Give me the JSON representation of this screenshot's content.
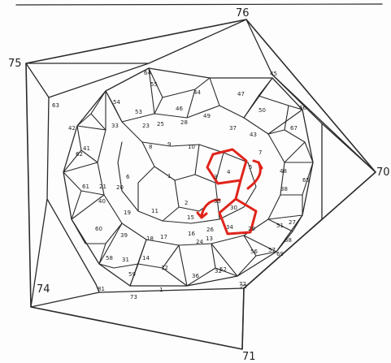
{
  "outer_labels": {
    "top": "76",
    "left": "75",
    "right": "70",
    "bottom_left": "74",
    "bottom": "71"
  },
  "vertex_labels": [
    "64",
    "55",
    "44",
    "47",
    "45",
    "63",
    "54",
    "53",
    "46",
    "49",
    "50",
    "43",
    "42",
    "33",
    "23",
    "25",
    "28",
    "37",
    "66",
    "67",
    "62",
    "41",
    "8",
    "9",
    "10",
    "1",
    "6",
    "65",
    "61",
    "40",
    "4",
    "3",
    "5",
    "7",
    "20",
    "21",
    "2",
    "48",
    "60",
    "39",
    "19",
    "11",
    "15",
    "35",
    "30",
    "34",
    "58",
    "18",
    "17",
    "16",
    "13",
    "12",
    "14",
    "29",
    "57",
    "56",
    "59",
    "31",
    "32",
    "36",
    "24",
    "22",
    "52",
    "51",
    "26",
    "27",
    "38",
    "69",
    "68",
    "72",
    "73",
    "1",
    "81"
  ],
  "highlight_color": "#e0241b",
  "ink_color": "#2a2a2a"
}
